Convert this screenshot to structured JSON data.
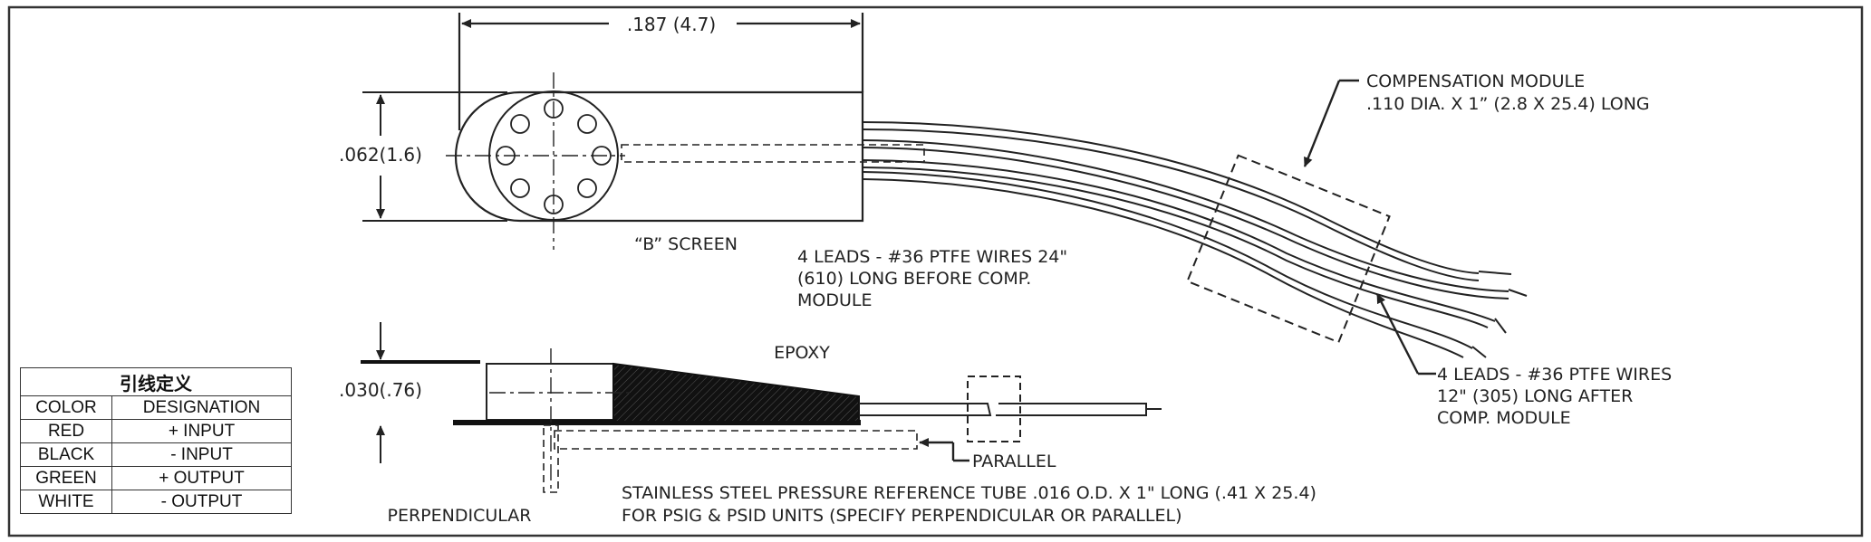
{
  "labels": {
    "overall_length": ".187 (4.7)",
    "diameter": ".062(1.6)",
    "screen": "“B” SCREEN",
    "compensation_line1": "COMPENSATION MODULE",
    "compensation_line2": ".110 DIA. X 1” (2.8 X 25.4) LONG",
    "leads_before_line1": "4 LEADS - #36 PTFE WIRES 24\"",
    "leads_before_line2": "(610) LONG BEFORE COMP.",
    "leads_before_line3": "MODULE",
    "leads_after_line1": "4 LEADS - #36 PTFE WIRES",
    "leads_after_line2": "12\" (305) LONG AFTER",
    "leads_after_line3": "COMP. MODULE",
    "epoxy": "EPOXY",
    "thickness": ".030(.76)",
    "parallel": "PARALLEL",
    "perpendicular": "PERPENDICULAR",
    "tube_line1": "STAINLESS STEEL PRESSURE REFERENCE TUBE .016 O.D. X 1\" LONG (.41 X 25.4)",
    "tube_line2": "FOR PSIG & PSID UNITS (SPECIFY PERPENDICULAR OR PARALLEL)"
  },
  "wire_table": {
    "title": "引线定义",
    "headers": [
      "COLOR",
      "DESIGNATION"
    ],
    "rows": [
      [
        "RED",
        "+ INPUT"
      ],
      [
        "BLACK",
        "- INPUT"
      ],
      [
        "GREEN",
        "+ OUTPUT"
      ],
      [
        "WHITE",
        "- OUTPUT"
      ]
    ]
  }
}
